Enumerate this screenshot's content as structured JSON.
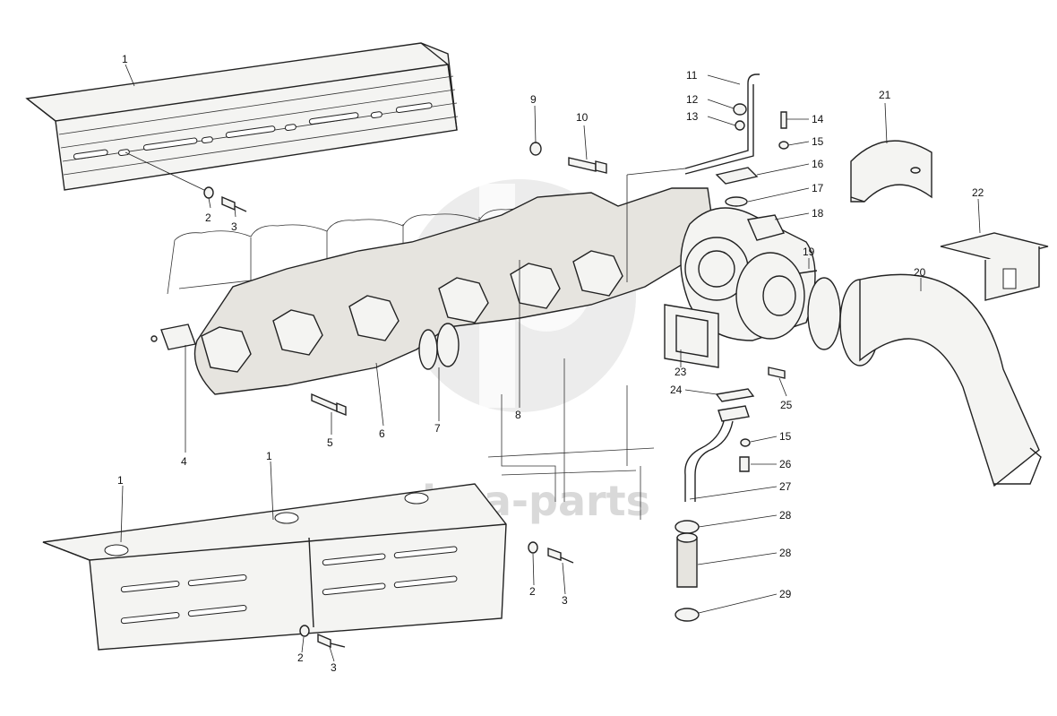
{
  "watermark": {
    "text": "data-parts"
  },
  "labels": [
    {
      "id": "c1a",
      "text": "1"
    },
    {
      "id": "c1b",
      "text": "1"
    },
    {
      "id": "c1c",
      "text": "1"
    },
    {
      "id": "c2a",
      "text": "2"
    },
    {
      "id": "c2b",
      "text": "2"
    },
    {
      "id": "c2c",
      "text": "2"
    },
    {
      "id": "c3a",
      "text": "3"
    },
    {
      "id": "c3b",
      "text": "3"
    },
    {
      "id": "c3c",
      "text": "3"
    },
    {
      "id": "c4",
      "text": "4"
    },
    {
      "id": "c5",
      "text": "5"
    },
    {
      "id": "c6",
      "text": "6"
    },
    {
      "id": "c7",
      "text": "7"
    },
    {
      "id": "c8",
      "text": "8"
    },
    {
      "id": "c9",
      "text": "9"
    },
    {
      "id": "c10",
      "text": "10"
    },
    {
      "id": "c11",
      "text": "11"
    },
    {
      "id": "c12",
      "text": "12"
    },
    {
      "id": "c13",
      "text": "13"
    },
    {
      "id": "c14",
      "text": "14"
    },
    {
      "id": "c15a",
      "text": "15"
    },
    {
      "id": "c15b",
      "text": "15"
    },
    {
      "id": "c16",
      "text": "16"
    },
    {
      "id": "c17",
      "text": "17"
    },
    {
      "id": "c18",
      "text": "18"
    },
    {
      "id": "c19",
      "text": "19"
    },
    {
      "id": "c20",
      "text": "20"
    },
    {
      "id": "c21",
      "text": "21"
    },
    {
      "id": "c22",
      "text": "22"
    },
    {
      "id": "c23",
      "text": "23"
    },
    {
      "id": "c24",
      "text": "24"
    },
    {
      "id": "c25",
      "text": "25"
    },
    {
      "id": "c26",
      "text": "26"
    },
    {
      "id": "c27",
      "text": "27"
    },
    {
      "id": "c28a",
      "text": "28"
    },
    {
      "id": "c28b",
      "text": "28"
    },
    {
      "id": "c29",
      "text": "29"
    }
  ]
}
